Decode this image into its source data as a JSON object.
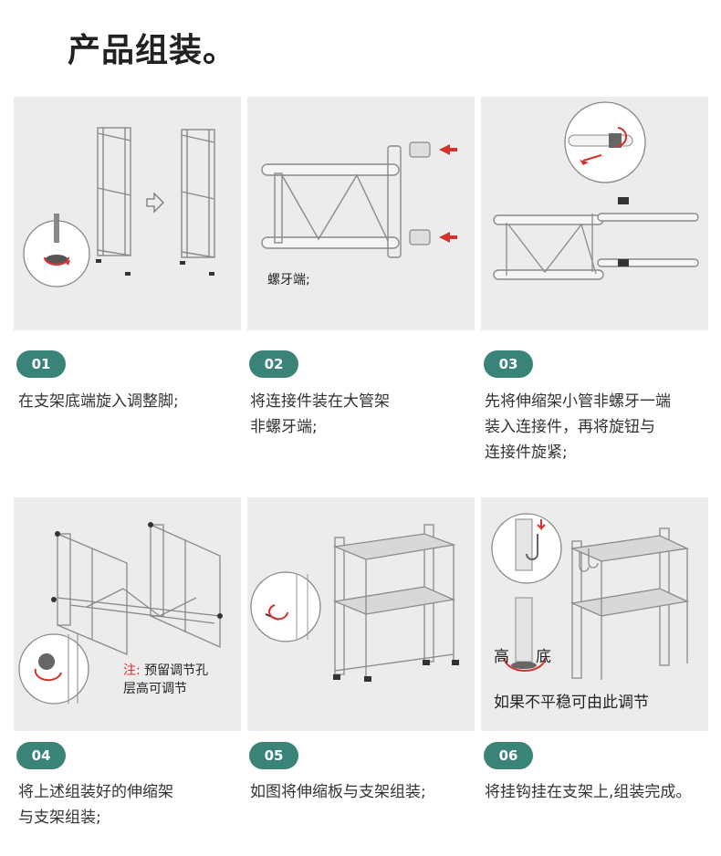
{
  "title": "产品组装。",
  "steps": [
    {
      "num": "01",
      "desc": "在支架底端旋入调整脚;"
    },
    {
      "num": "02",
      "desc": "将连接件装在大管架\n非螺牙端;",
      "panel_label": "螺牙端;"
    },
    {
      "num": "03",
      "desc": "先将伸缩架小管非螺牙一端\n装入连接件，再将旋钮与\n连接件旋紧;"
    },
    {
      "num": "04",
      "desc": "将上述组装好的伸缩架\n与支架组装;",
      "note_prefix": "注:",
      "note_line1": "预留调节孔",
      "note_line2": "层高可调节"
    },
    {
      "num": "05",
      "desc": "如图将伸缩板与支架组装;"
    },
    {
      "num": "06",
      "desc": "将挂钩挂在支架上,组装完成。",
      "label_high": "高",
      "label_low": "底",
      "label_adjust": "如果不平稳可由此调节"
    }
  ],
  "colors": {
    "badge": "#3a8379",
    "accent_red": "#d4322c",
    "panel_bg": "#ececec"
  }
}
